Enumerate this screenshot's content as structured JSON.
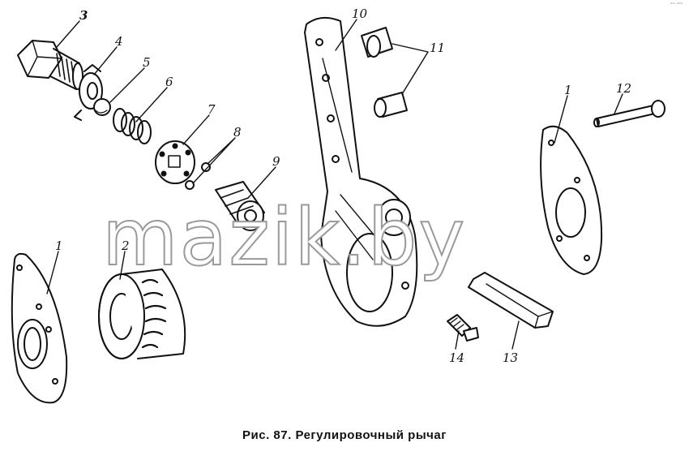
{
  "caption": "Рис. 87. Регулировочный рычаг",
  "watermark": "mazik.by",
  "corner_mark": "ᵃᵐ ᵃᵃᵃ",
  "labels": {
    "l1a": "1",
    "l1b": "1",
    "l2": "2",
    "l3": "3",
    "l4": "4",
    "l5": "5",
    "l6": "6",
    "l7": "7",
    "l8": "8",
    "l9": "9",
    "l10": "10",
    "l11": "11",
    "l12": "12",
    "l13": "13",
    "l14": "14"
  }
}
